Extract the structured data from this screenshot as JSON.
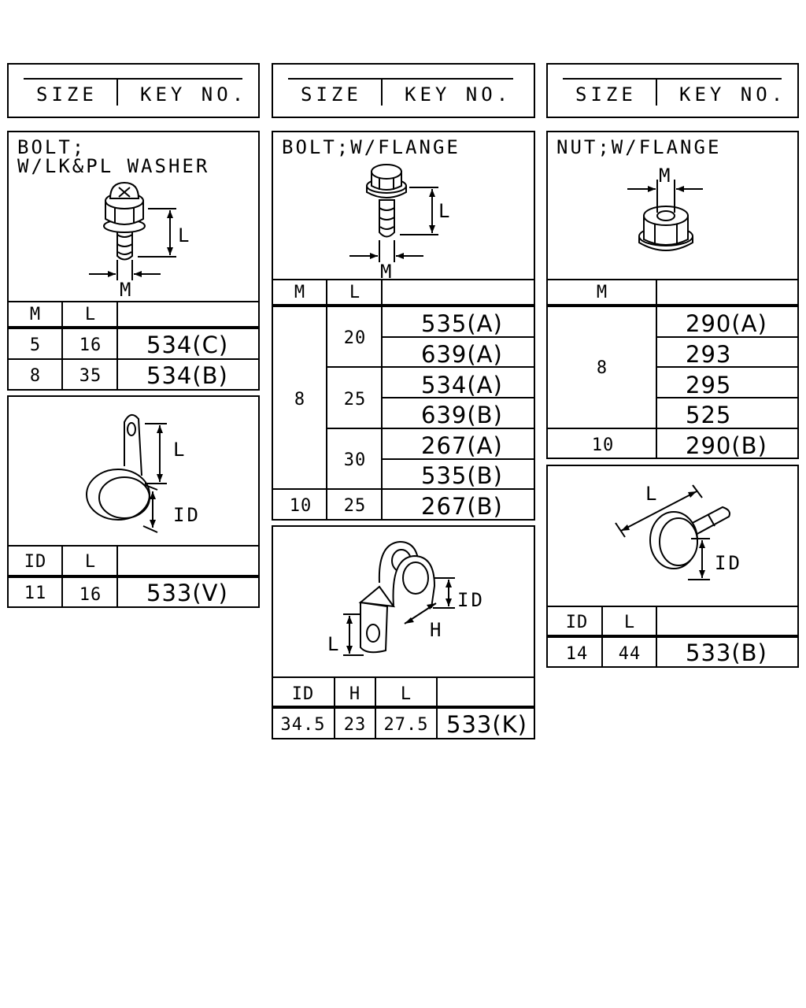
{
  "header": {
    "size_label": "SIZE",
    "key_label": "KEY NO."
  },
  "bolt_washer": {
    "title_line1": "BOLT;",
    "title_line2": "W/LK&PL WASHER",
    "dim_l": "L",
    "dim_m": "M",
    "col_m": "M",
    "col_l": "L",
    "rows": [
      {
        "m": "5",
        "l": "16",
        "key": "534(C)"
      },
      {
        "m": "8",
        "l": "35",
        "key": "534(B)"
      }
    ]
  },
  "clamp_left": {
    "dim_l": "L",
    "dim_id": "ID",
    "col_id": "ID",
    "col_l": "L",
    "rows": [
      {
        "id": "11",
        "l": "16",
        "key": "533(V)"
      }
    ]
  },
  "bolt_flange": {
    "title": "BOLT;W/FLANGE",
    "dim_l": "L",
    "dim_m": "M",
    "col_m": "M",
    "col_l": "L",
    "m_8": "8",
    "m_10": "10",
    "l_20": "20",
    "l_25": "25",
    "l_30": "30",
    "l_25b": "25",
    "keys": [
      "535(A)",
      "639(A)",
      "534(A)",
      "639(B)",
      "267(A)",
      "535(B)",
      "267(B)"
    ]
  },
  "clamp_mid": {
    "dim_id": "ID",
    "dim_h": "H",
    "dim_l": "L",
    "col_id": "ID",
    "col_h": "H",
    "col_l": "L",
    "rows": [
      {
        "id": "34.5",
        "h": "23",
        "l": "27.5",
        "key": "533(K)"
      }
    ]
  },
  "nut_flange": {
    "title": "NUT;W/FLANGE",
    "dim_m": "M",
    "col_m": "M",
    "m_8": "8",
    "m_10": "10",
    "keys": [
      "290(A)",
      "293",
      "295",
      "525",
      "290(B)"
    ]
  },
  "band_right": {
    "dim_l": "L",
    "dim_id": "ID",
    "col_id": "ID",
    "col_l": "L",
    "rows": [
      {
        "id": "14",
        "l": "44",
        "key": "533(B)"
      }
    ]
  }
}
